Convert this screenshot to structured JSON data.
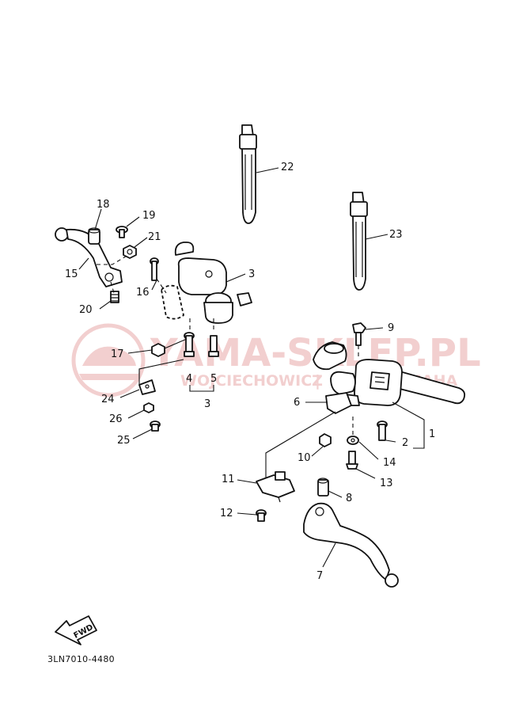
{
  "diagram_code": "3LN7010-4480",
  "watermark": {
    "line1": "YAMA-SKLEP.PL",
    "line2_left": "WOJCIECHOWICZ",
    "line2_sep": "|",
    "line2_right": "MAHA",
    "color": "#e8a9a9"
  },
  "fwd_label": "FWD",
  "callouts": [
    {
      "id": "c1",
      "text": "1"
    },
    {
      "id": "c2",
      "text": "2"
    },
    {
      "id": "c3a",
      "text": "3"
    },
    {
      "id": "c3b",
      "text": "3"
    },
    {
      "id": "c4",
      "text": "4"
    },
    {
      "id": "c5",
      "text": "5"
    },
    {
      "id": "c6",
      "text": "6"
    },
    {
      "id": "c7",
      "text": "7"
    },
    {
      "id": "c8",
      "text": "8"
    },
    {
      "id": "c9",
      "text": "9"
    },
    {
      "id": "c10",
      "text": "10"
    },
    {
      "id": "c11",
      "text": "11"
    },
    {
      "id": "c12",
      "text": "12"
    },
    {
      "id": "c13",
      "text": "13"
    },
    {
      "id": "c14",
      "text": "14"
    },
    {
      "id": "c15",
      "text": "15"
    },
    {
      "id": "c16",
      "text": "16"
    },
    {
      "id": "c17",
      "text": "17"
    },
    {
      "id": "c18",
      "text": "18"
    },
    {
      "id": "c19",
      "text": "19"
    },
    {
      "id": "c20",
      "text": "20"
    },
    {
      "id": "c21",
      "text": "21"
    },
    {
      "id": "c22",
      "text": "22"
    },
    {
      "id": "c23",
      "text": "23"
    },
    {
      "id": "c24",
      "text": "24"
    },
    {
      "id": "c25",
      "text": "25"
    },
    {
      "id": "c26",
      "text": "26"
    }
  ]
}
